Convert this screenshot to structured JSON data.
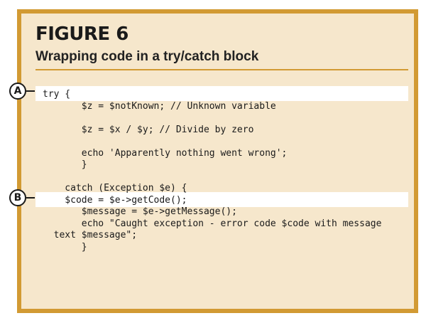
{
  "figure": {
    "title": "FIGURE 6",
    "subtitle": "Wrapping code in a try/catch block"
  },
  "callouts": {
    "a": "A",
    "b": "B"
  },
  "code_lines": [
    "try {",
    "       $z = $notKnown; // Unknown variable",
    "",
    "       $z = $x / $y; // Divide by zero",
    "",
    "       echo 'Apparently nothing went wrong';",
    "       }",
    "",
    "    catch (Exception $e) {",
    "    $code = $e->getCode();",
    "       $message = $e->getMessage();",
    "       echo \"Caught exception - error code $code with message",
    "  text $message\";",
    "       }"
  ],
  "colors": {
    "border": "#d29a33",
    "panel": "#f6e7cc",
    "highlight": "#ffffff"
  }
}
